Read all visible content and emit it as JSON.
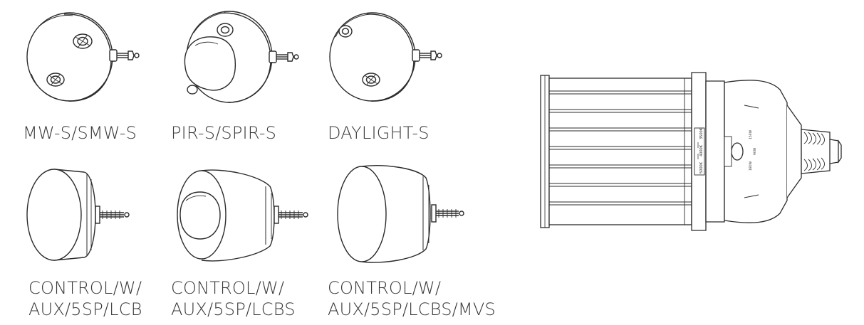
{
  "sensors": [
    {
      "label": "MW-S/SMW-S",
      "style": "sensor-microwave"
    },
    {
      "label": "PIR-S/SPIR-S",
      "style": "sensor-pir-dome"
    },
    {
      "label": "DAYLIGHT-S",
      "style": "sensor-daylight"
    }
  ],
  "controls": [
    {
      "label_lines": [
        "CONTROL/W/",
        "AUX/5SP/LCB"
      ],
      "style": "control-flat"
    },
    {
      "label_lines": [
        "CONTROL/W/",
        "AUX/5SP/LCBS"
      ],
      "style": "control-dome"
    },
    {
      "label_lines": [
        "CONTROL/W/",
        "AUX/5SP/LCBS/MVS"
      ],
      "style": "control-tall"
    }
  ],
  "lamp": {
    "cct_options": [
      "5000K",
      "4000K",
      "3500K"
    ],
    "wattage_labels": [
      "180W",
      "150W",
      "90W"
    ]
  },
  "colors": {
    "stroke": "#2b2b2b",
    "text": "#3a3a3a",
    "background": "#ffffff"
  }
}
